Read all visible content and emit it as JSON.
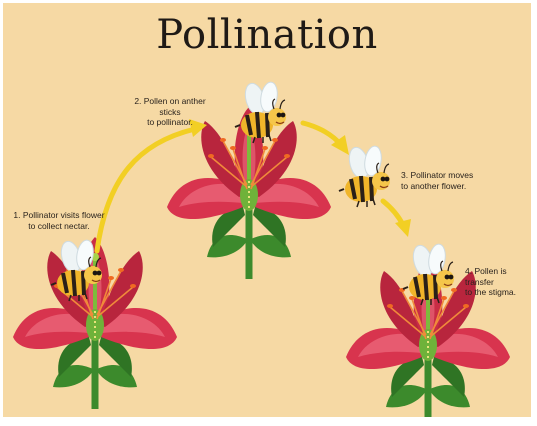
{
  "title": "Pollination",
  "steps": [
    {
      "text": "1. Pollinator visits flower\nto collect nectar."
    },
    {
      "text": "2. Pollen on anther sticks\nto pollinator."
    },
    {
      "text": "3. Pollinator moves\nto another flower."
    },
    {
      "text": "4. Pollen is transfer\nto the stigma."
    }
  ],
  "colors": {
    "background": "#f6d9a4",
    "petal": "#d8344e",
    "petal_light": "#f47c8c",
    "stem": "#3c8a2c",
    "arrow": "#f2cf24",
    "bee_body": "#f0b52a"
  }
}
